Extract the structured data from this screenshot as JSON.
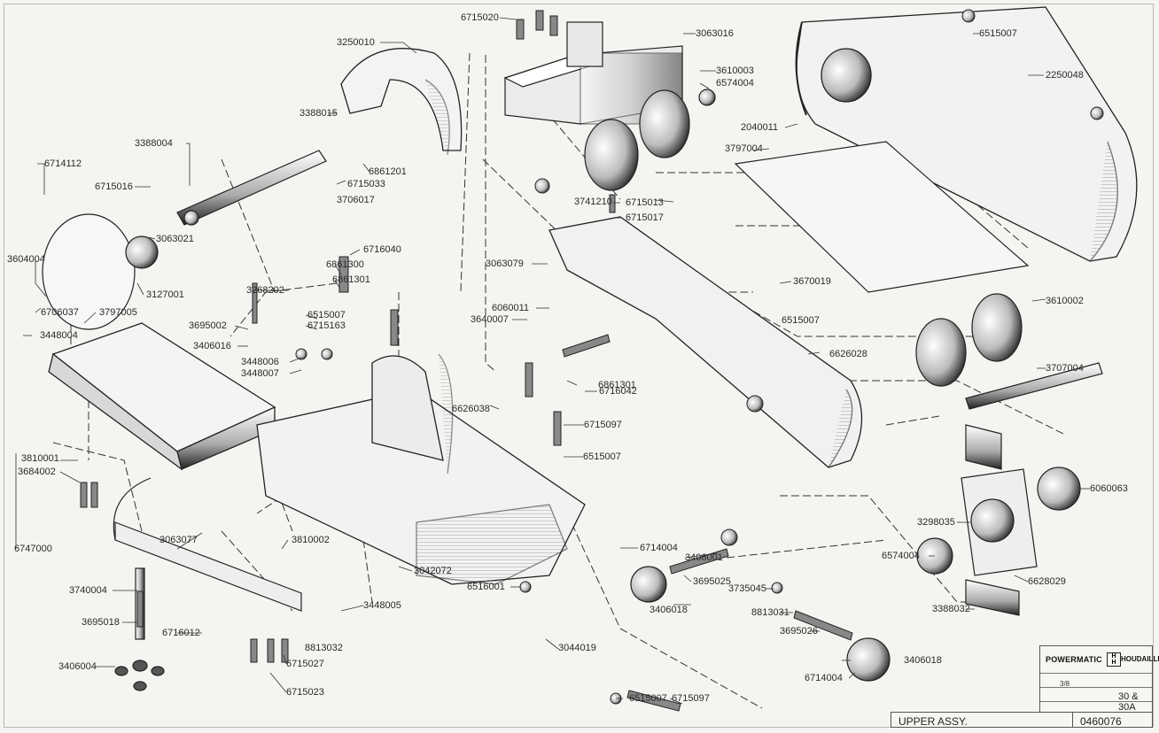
{
  "drawing": {
    "title": "UPPER ASSY.",
    "part_number": "0460076",
    "brand": "POWERMATIC",
    "brand_secondary": "HOUDAILLE",
    "model": "30 & 30A",
    "scale": "3/8"
  },
  "parts": [
    {
      "id": "p01",
      "num": "6715020"
    },
    {
      "id": "p02",
      "num": "3063016"
    },
    {
      "id": "p03",
      "num": "6515007"
    },
    {
      "id": "p04",
      "num": "2250048"
    },
    {
      "id": "p05",
      "num": "3610003"
    },
    {
      "id": "p06",
      "num": "6574004"
    },
    {
      "id": "p07",
      "num": "2040011"
    },
    {
      "id": "p08",
      "num": "3797004"
    },
    {
      "id": "p09",
      "num": "3250010"
    },
    {
      "id": "p10",
      "num": "3388015"
    },
    {
      "id": "p11",
      "num": "3388004"
    },
    {
      "id": "p12",
      "num": "6861201"
    },
    {
      "id": "p13",
      "num": "6715033"
    },
    {
      "id": "p14",
      "num": "6714112"
    },
    {
      "id": "p15",
      "num": "6715016"
    },
    {
      "id": "p16",
      "num": "3706017"
    },
    {
      "id": "p17",
      "num": "3741210"
    },
    {
      "id": "p18",
      "num": "6715013"
    },
    {
      "id": "p19",
      "num": "6715017"
    },
    {
      "id": "p20",
      "num": "3063021"
    },
    {
      "id": "p21",
      "num": "6716040"
    },
    {
      "id": "p22",
      "num": "3063079"
    },
    {
      "id": "p23",
      "num": "3670019"
    },
    {
      "id": "p24",
      "num": "3604004"
    },
    {
      "id": "p25",
      "num": "3127001"
    },
    {
      "id": "p26",
      "num": "6861300"
    },
    {
      "id": "p27",
      "num": "6861301"
    },
    {
      "id": "p28",
      "num": "3268202"
    },
    {
      "id": "p29",
      "num": "6060011"
    },
    {
      "id": "p30",
      "num": "3610002"
    },
    {
      "id": "p31",
      "num": "6706037"
    },
    {
      "id": "p32",
      "num": "3797005"
    },
    {
      "id": "p33",
      "num": "3640007"
    },
    {
      "id": "p34",
      "num": "3448004"
    },
    {
      "id": "p35",
      "num": "6515007"
    },
    {
      "id": "p36",
      "num": "3695002"
    },
    {
      "id": "p37",
      "num": "6715163"
    },
    {
      "id": "p38",
      "num": "6515007"
    },
    {
      "id": "p39",
      "num": "3406016"
    },
    {
      "id": "p40",
      "num": "6626028"
    },
    {
      "id": "p41",
      "num": "3707004"
    },
    {
      "id": "p42",
      "num": "3448006"
    },
    {
      "id": "p43",
      "num": "3448007"
    },
    {
      "id": "p44",
      "num": "6861301"
    },
    {
      "id": "p45",
      "num": "6716042"
    },
    {
      "id": "p46",
      "num": "6626038"
    },
    {
      "id": "p47",
      "num": "6715097"
    },
    {
      "id": "p48",
      "num": "6515007"
    },
    {
      "id": "p49",
      "num": "3810001"
    },
    {
      "id": "p50",
      "num": "3684002"
    },
    {
      "id": "p51",
      "num": "6060063"
    },
    {
      "id": "p52",
      "num": "3298035"
    },
    {
      "id": "p53",
      "num": "6747000"
    },
    {
      "id": "p54",
      "num": "3063077"
    },
    {
      "id": "p55",
      "num": "3810002"
    },
    {
      "id": "p56",
      "num": "3406001"
    },
    {
      "id": "p57",
      "num": "6714004"
    },
    {
      "id": "p58",
      "num": "6574004"
    },
    {
      "id": "p59",
      "num": "3740004"
    },
    {
      "id": "p60",
      "num": "3042072"
    },
    {
      "id": "p61",
      "num": "3695025"
    },
    {
      "id": "p62",
      "num": "6628029"
    },
    {
      "id": "p63",
      "num": "3735045"
    },
    {
      "id": "p64",
      "num": "3406018"
    },
    {
      "id": "p65",
      "num": "3388032"
    },
    {
      "id": "p66",
      "num": "6516001"
    },
    {
      "id": "p67",
      "num": "3448005"
    },
    {
      "id": "p68",
      "num": "3695018"
    },
    {
      "id": "p69",
      "num": "6716012"
    },
    {
      "id": "p70",
      "num": "8813032"
    },
    {
      "id": "p71",
      "num": "8813031"
    },
    {
      "id": "p72",
      "num": "3695026"
    },
    {
      "id": "p73",
      "num": "3044019"
    },
    {
      "id": "p74",
      "num": "6715027"
    },
    {
      "id": "p75",
      "num": "3406018"
    },
    {
      "id": "p76",
      "num": "3406004"
    },
    {
      "id": "p77",
      "num": "6714004"
    },
    {
      "id": "p78",
      "num": "6515007"
    },
    {
      "id": "p79",
      "num": "6715023"
    },
    {
      "id": "p80",
      "num": "6715097"
    }
  ]
}
